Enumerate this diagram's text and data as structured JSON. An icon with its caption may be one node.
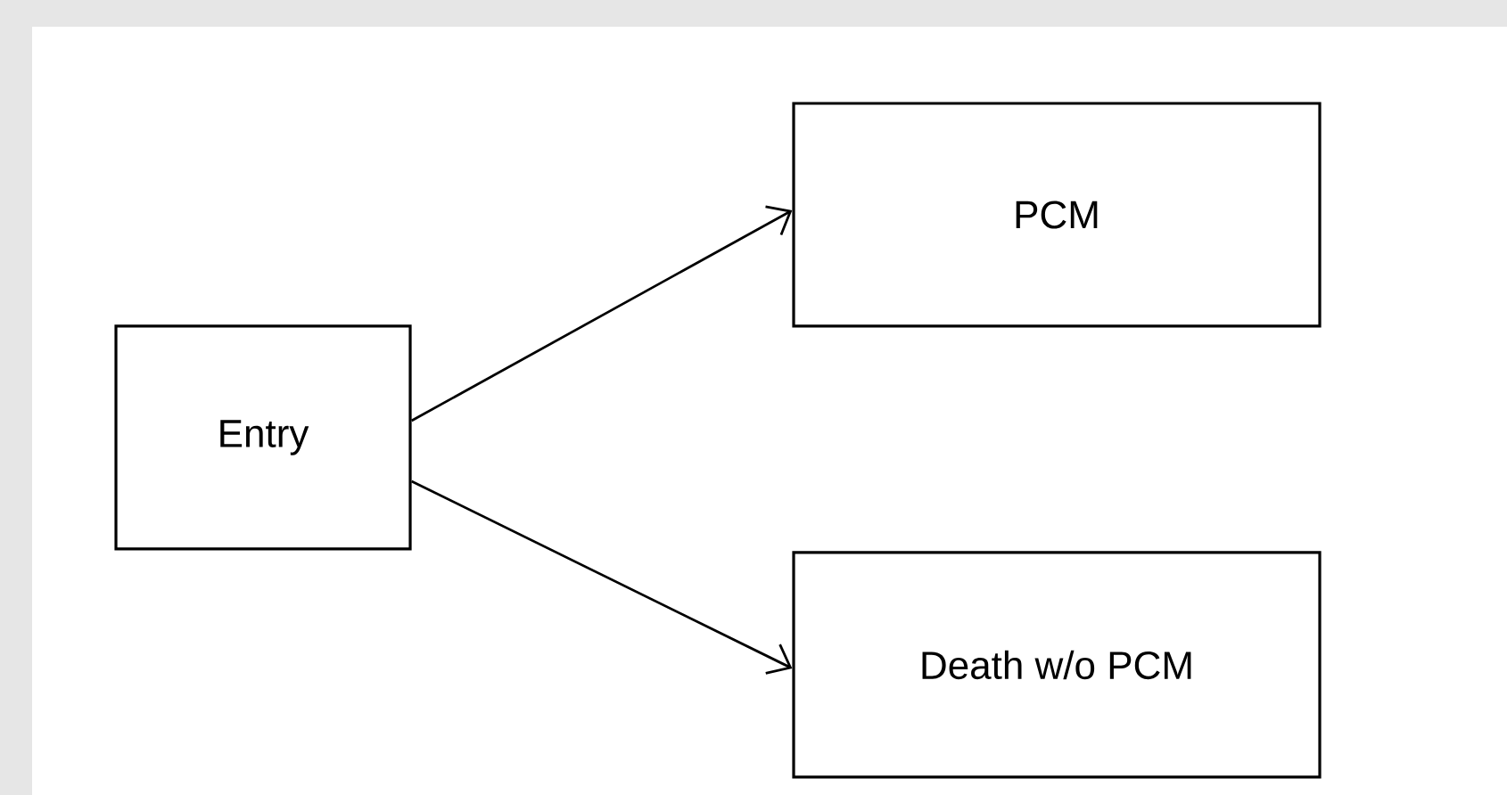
{
  "diagram": {
    "nodes": [
      {
        "text": [
          "Entry"
        ]
      },
      {
        "text": [
          "PCM"
        ]
      },
      {
        "text": [
          "Death w/o PCM"
        ]
      }
    ],
    "edges": [
      {
        "from": 0,
        "to": 1,
        "arrow": "to"
      },
      {
        "from": 0,
        "to": 2,
        "arrow": "to"
      }
    ]
  }
}
